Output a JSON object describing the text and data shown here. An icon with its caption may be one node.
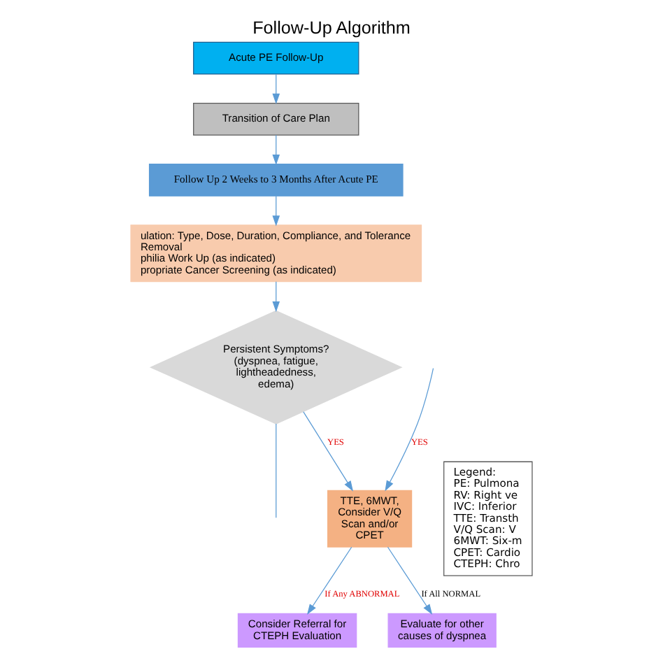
{
  "diagram": {
    "title": "Follow-Up Algorithm",
    "nodes": [
      {
        "text": [
          "Acute PE Follow-Up"
        ]
      },
      {
        "text": [
          "Transition of Care Plan"
        ]
      },
      {
        "text": [
          "Follow Up 2 Weeks to 3 Months After Acute PE"
        ]
      },
      {
        "text": [
          "ulation: Type, Dose, Duration, Compliance, and Tolerance",
          "Removal",
          "philia Work Up (as indicated)",
          "propriate Cancer Screening (as indicated)"
        ]
      },
      {
        "text": [
          "Persistent Symptoms? (dyspnea, fatigue, lightheadedness, edema)"
        ]
      },
      {
        "text": [
          "TTE, 6MWT, Consider V/Q Scan and/or CPET"
        ]
      },
      {
        "text": [
          "Consider Referral for CTEPH Evaluation"
        ]
      },
      {
        "text": [
          "Evaluate for other causes of dyspnea"
        ]
      },
      {
        "text": [
          "Legend:",
          "PE: Pulmona",
          "RV: Right ve",
          "IVC: Inferior",
          "TTE: Transth",
          "V/Q Scan: V",
          "6MWT: Six-m",
          "CPET: Cardio",
          "CTEPH: Chro"
        ]
      }
    ],
    "edges": [
      {
        "from": 0,
        "to": 1,
        "arrow": "to"
      },
      {
        "from": 1,
        "to": 2,
        "arrow": "to"
      },
      {
        "from": 2,
        "to": 3,
        "arrow": "to"
      },
      {
        "from": 3,
        "to": 4,
        "arrow": "to"
      },
      {
        "from": 4,
        "to": 5,
        "arrow": "to",
        "label": "YES"
      },
      {
        "from": 4,
        "to": null,
        "arrow": "none"
      },
      {
        "from": null,
        "to": 5,
        "arrow": "to",
        "label": "YES"
      },
      {
        "from": 5,
        "to": 6,
        "arrow": "to",
        "label": "If Any ABNORMAL"
      },
      {
        "from": 5,
        "to": 7,
        "arrow": "to",
        "label": "If All NORMAL"
      }
    ]
  }
}
